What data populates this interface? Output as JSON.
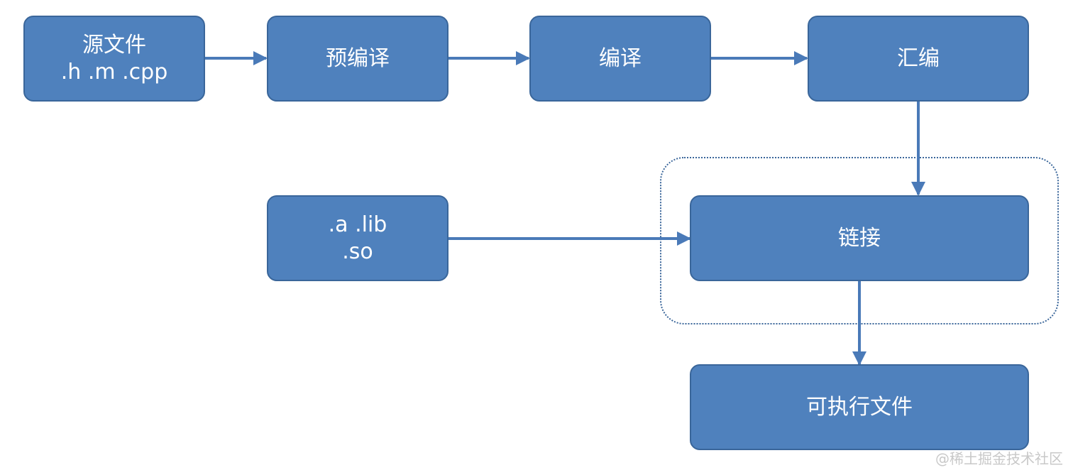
{
  "nodes": {
    "source": {
      "line1": "源文件",
      "line2": ".h .m .cpp"
    },
    "preprocess": {
      "label": "预编译"
    },
    "compile": {
      "label": "编译"
    },
    "assemble": {
      "label": "汇编"
    },
    "libs": {
      "line1": ".a .lib",
      "line2": ".so"
    },
    "link": {
      "label": "链接"
    },
    "executable": {
      "label": "可执行文件"
    }
  },
  "edges": [
    {
      "from": "source",
      "to": "preprocess"
    },
    {
      "from": "preprocess",
      "to": "compile"
    },
    {
      "from": "compile",
      "to": "assemble"
    },
    {
      "from": "assemble",
      "to": "link"
    },
    {
      "from": "libs",
      "to": "link"
    },
    {
      "from": "link",
      "to": "executable"
    }
  ],
  "watermark": "@稀土掘金技术社区",
  "colors": {
    "box_fill": "#4f81bd",
    "box_border": "#3a669a",
    "arrow": "#4a7ab8"
  }
}
